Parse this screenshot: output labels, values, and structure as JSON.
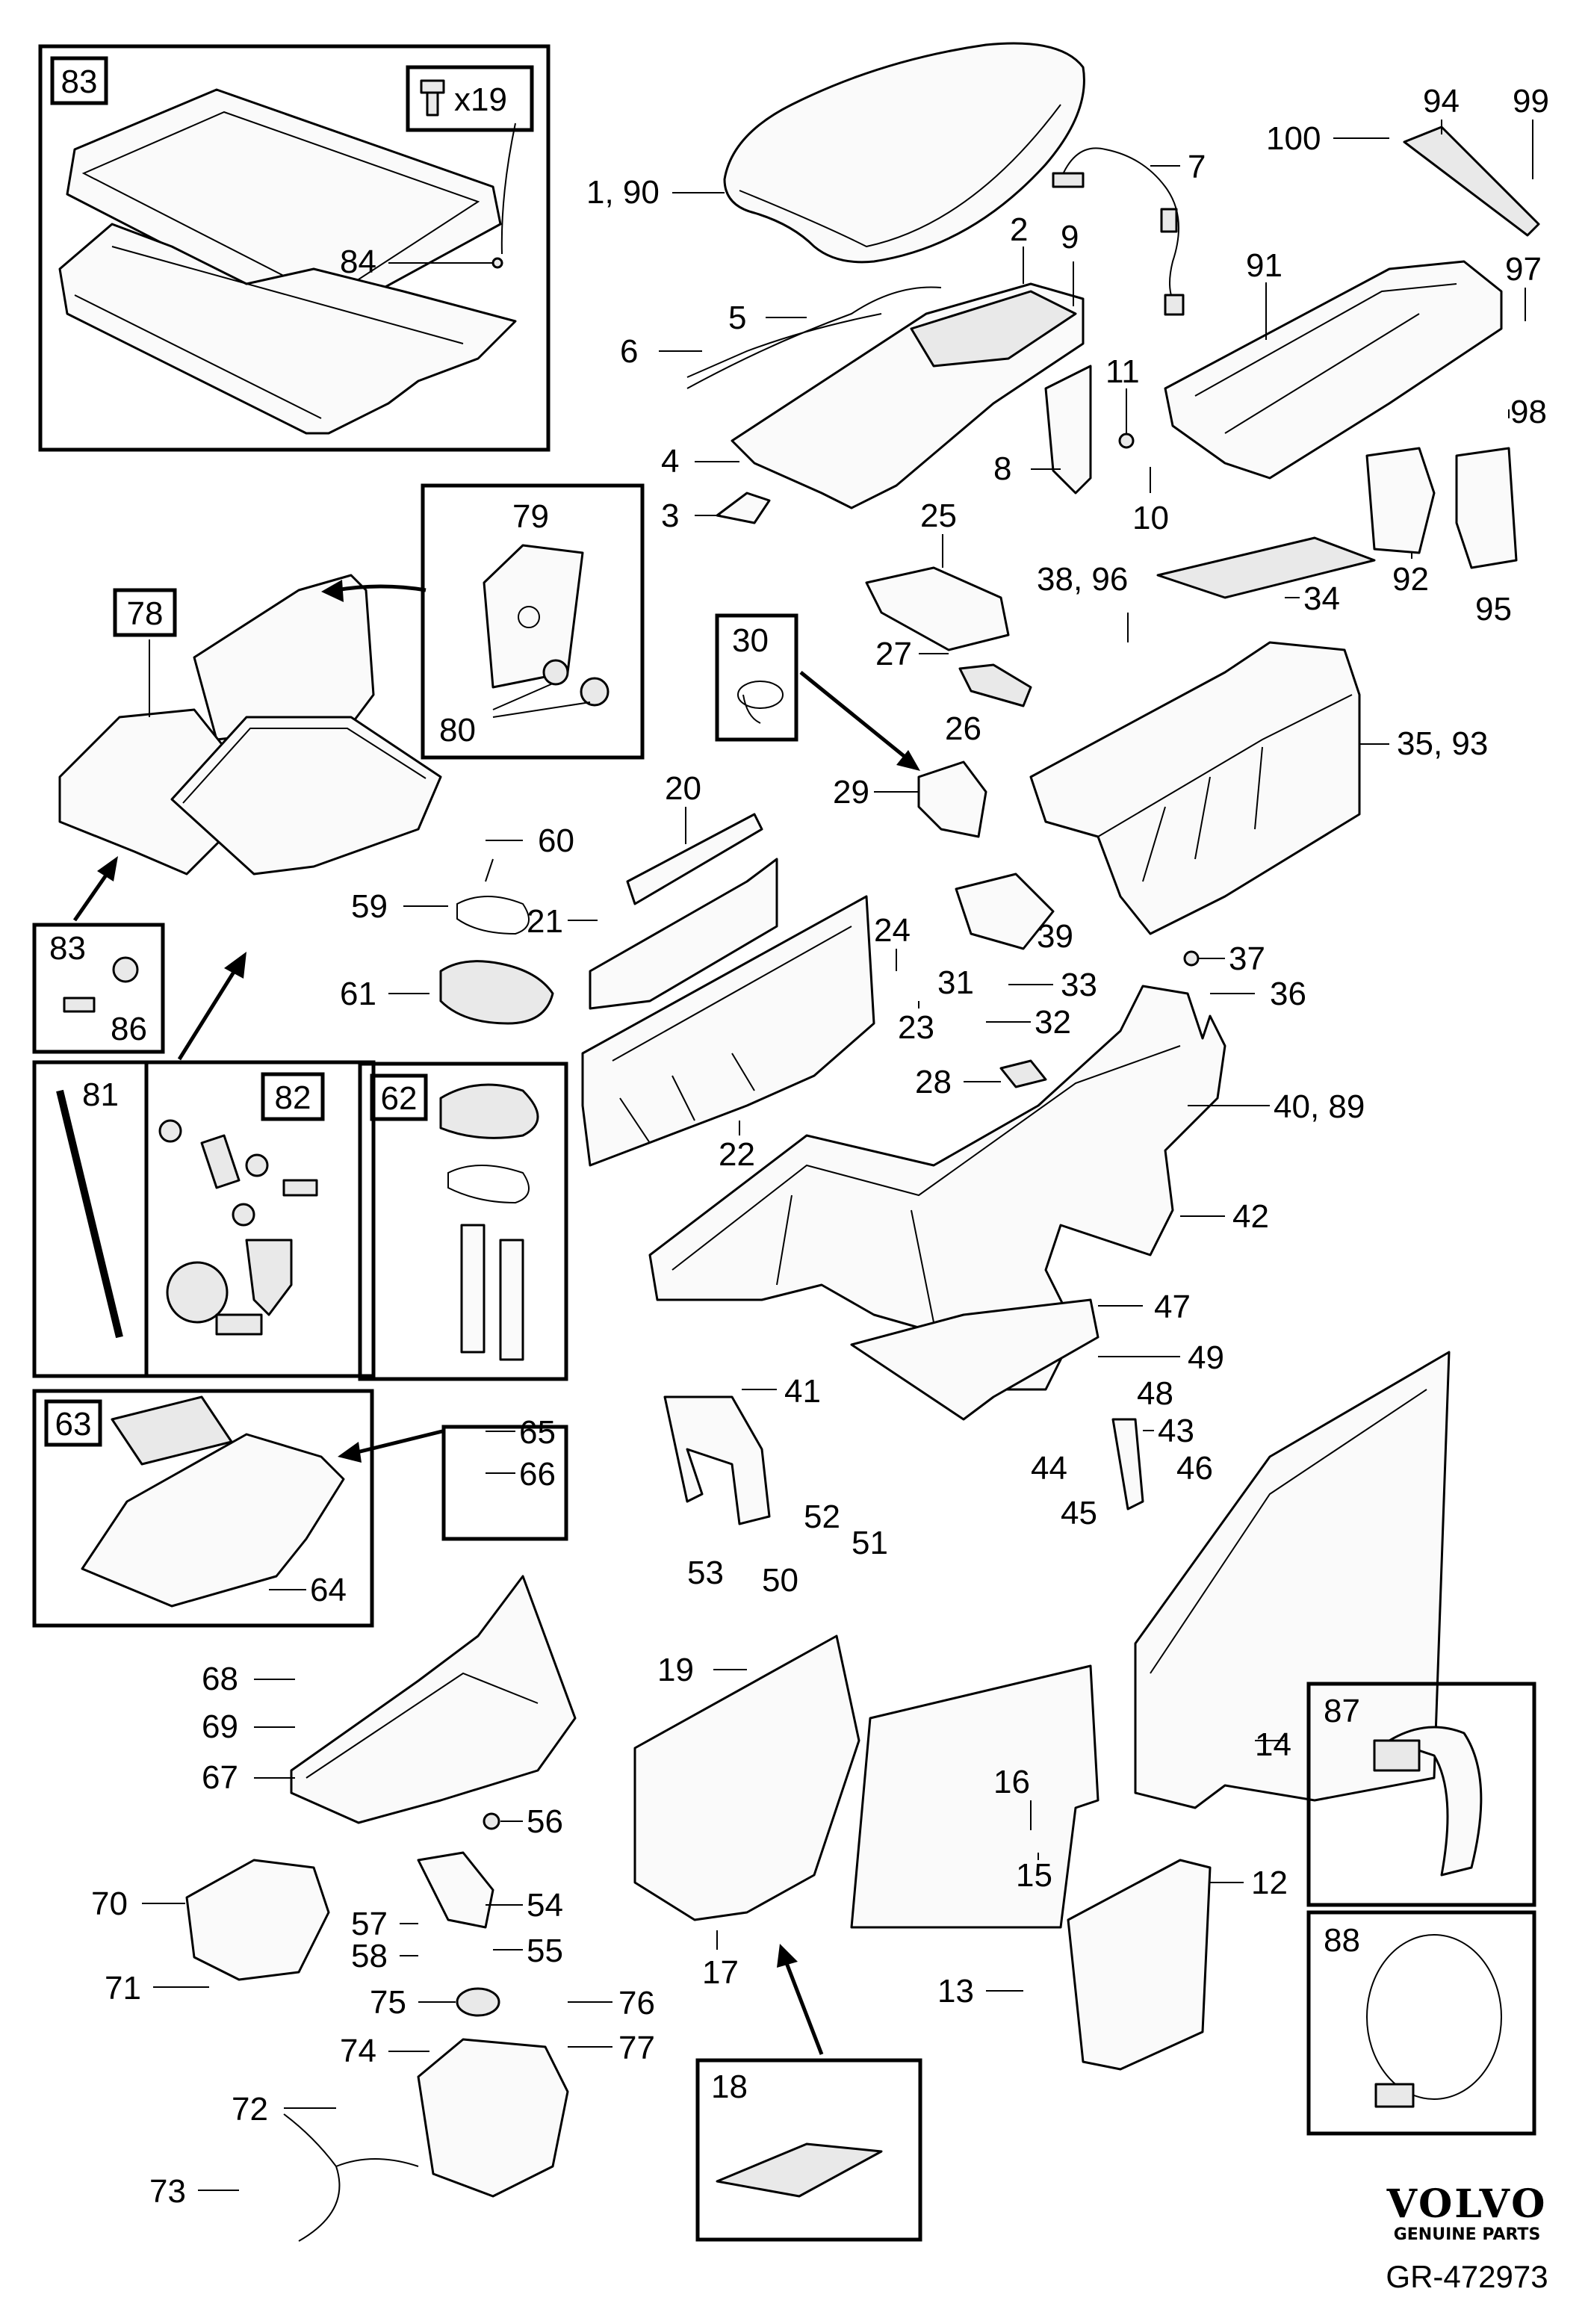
{
  "diagram": {
    "brand": "VOLVO",
    "brand_sub": "GENUINE PARTS",
    "code": "GR-472973",
    "screw_qty": "x19",
    "labels": {
      "l_1_90": "1, 90",
      "l_2": "2",
      "l_3": "3",
      "l_4": "4",
      "l_5": "5",
      "l_6": "6",
      "l_7": "7",
      "l_8": "8",
      "l_9": "9",
      "l_10": "10",
      "l_11": "11",
      "l_12": "12",
      "l_13": "13",
      "l_14": "14",
      "l_15": "15",
      "l_16": "16",
      "l_17": "17",
      "l_18": "18",
      "l_19": "19",
      "l_20": "20",
      "l_21": "21",
      "l_22": "22",
      "l_23": "23",
      "l_24": "24",
      "l_25": "25",
      "l_26": "26",
      "l_27": "27",
      "l_28": "28",
      "l_29": "29",
      "l_30": "30",
      "l_31": "31",
      "l_32": "32",
      "l_33": "33",
      "l_34": "34",
      "l_35_93": "35, 93",
      "l_36": "36",
      "l_37": "37",
      "l_38_96": "38, 96",
      "l_39": "39",
      "l_40_89": "40, 89",
      "l_41": "41",
      "l_42": "42",
      "l_43": "43",
      "l_44": "44",
      "l_45": "45",
      "l_46": "46",
      "l_47": "47",
      "l_48": "48",
      "l_49": "49",
      "l_50": "50",
      "l_51": "51",
      "l_52": "52",
      "l_53": "53",
      "l_54": "54",
      "l_55": "55",
      "l_56": "56",
      "l_57": "57",
      "l_58": "58",
      "l_59": "59",
      "l_60": "60",
      "l_61": "61",
      "l_62": "62",
      "l_63": "63",
      "l_64": "64",
      "l_65": "65",
      "l_66": "66",
      "l_67": "67",
      "l_68": "68",
      "l_69": "69",
      "l_70": "70",
      "l_71": "71",
      "l_72": "72",
      "l_73": "73",
      "l_74": "74",
      "l_75": "75",
      "l_76": "76",
      "l_77": "77",
      "l_78": "78",
      "l_79": "79",
      "l_80": "80",
      "l_81": "81",
      "l_82": "82",
      "l_83": "83",
      "l_84": "84",
      "l_86": "86",
      "l_87": "87",
      "l_88": "88",
      "l_91": "91",
      "l_92": "92",
      "l_94": "94",
      "l_95": "95",
      "l_97": "97",
      "l_98": "98",
      "l_99": "99",
      "l_100": "100"
    }
  }
}
